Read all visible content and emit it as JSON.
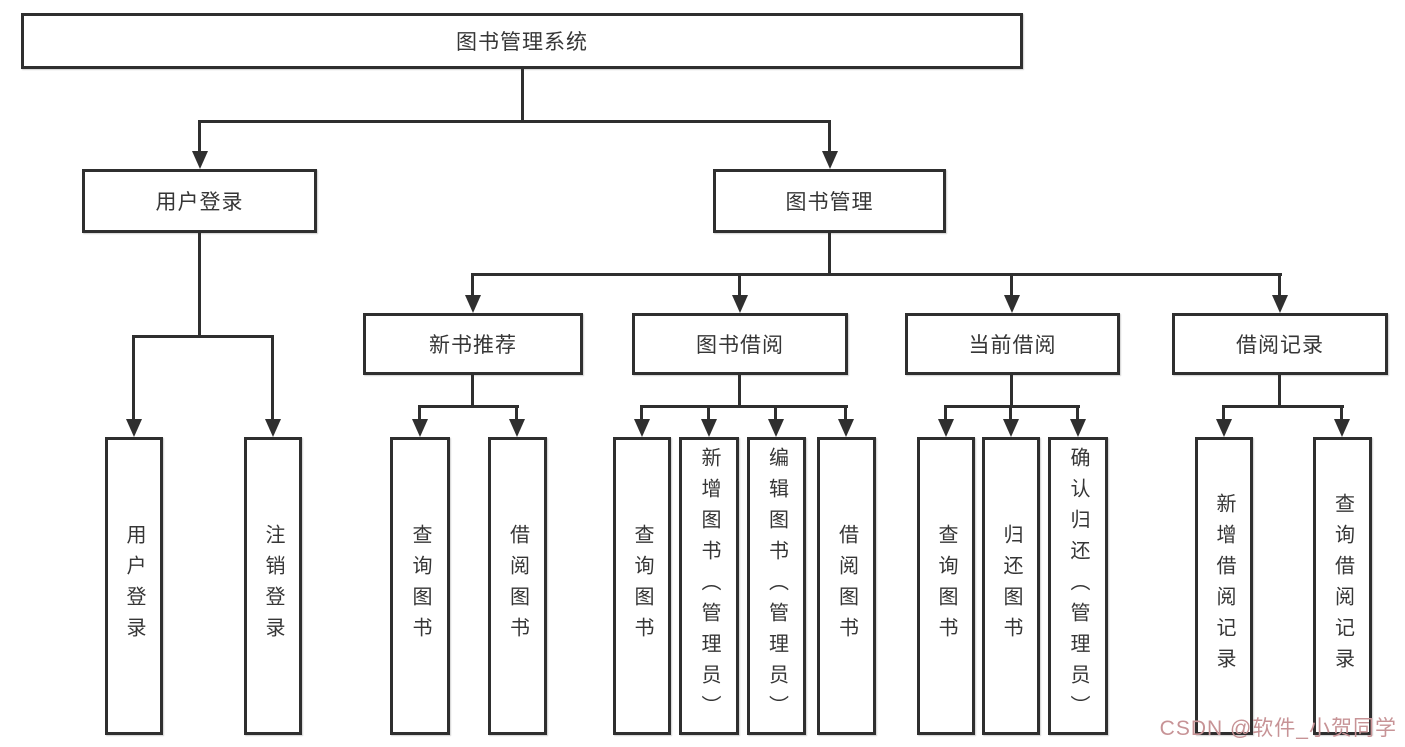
{
  "colors": {
    "line": "#2f2f2f",
    "text": "#363636",
    "background": "#ffffff",
    "watermark": "#c79396"
  },
  "watermark": {
    "text": "CSDN @软件_小贺同学"
  },
  "tree": {
    "label": "图书管理系统",
    "children": [
      {
        "label": "用户登录",
        "children": [
          {
            "label": "用户登录"
          },
          {
            "label": "注销登录"
          }
        ]
      },
      {
        "label": "图书管理",
        "children": [
          {
            "label": "新书推荐",
            "children": [
              {
                "label": "查询图书"
              },
              {
                "label": "借阅图书"
              }
            ]
          },
          {
            "label": "图书借阅",
            "children": [
              {
                "label": "查询图书"
              },
              {
                "label": "新增图书（管理员）"
              },
              {
                "label": "编辑图书（管理员）"
              },
              {
                "label": "借阅图书"
              }
            ]
          },
          {
            "label": "当前借阅",
            "children": [
              {
                "label": "查询图书"
              },
              {
                "label": "归还图书"
              },
              {
                "label": "确认归还（管理员）"
              }
            ]
          },
          {
            "label": "借阅记录",
            "children": [
              {
                "label": "新增借阅记录"
              },
              {
                "label": "查询借阅记录"
              }
            ]
          }
        ]
      }
    ]
  }
}
